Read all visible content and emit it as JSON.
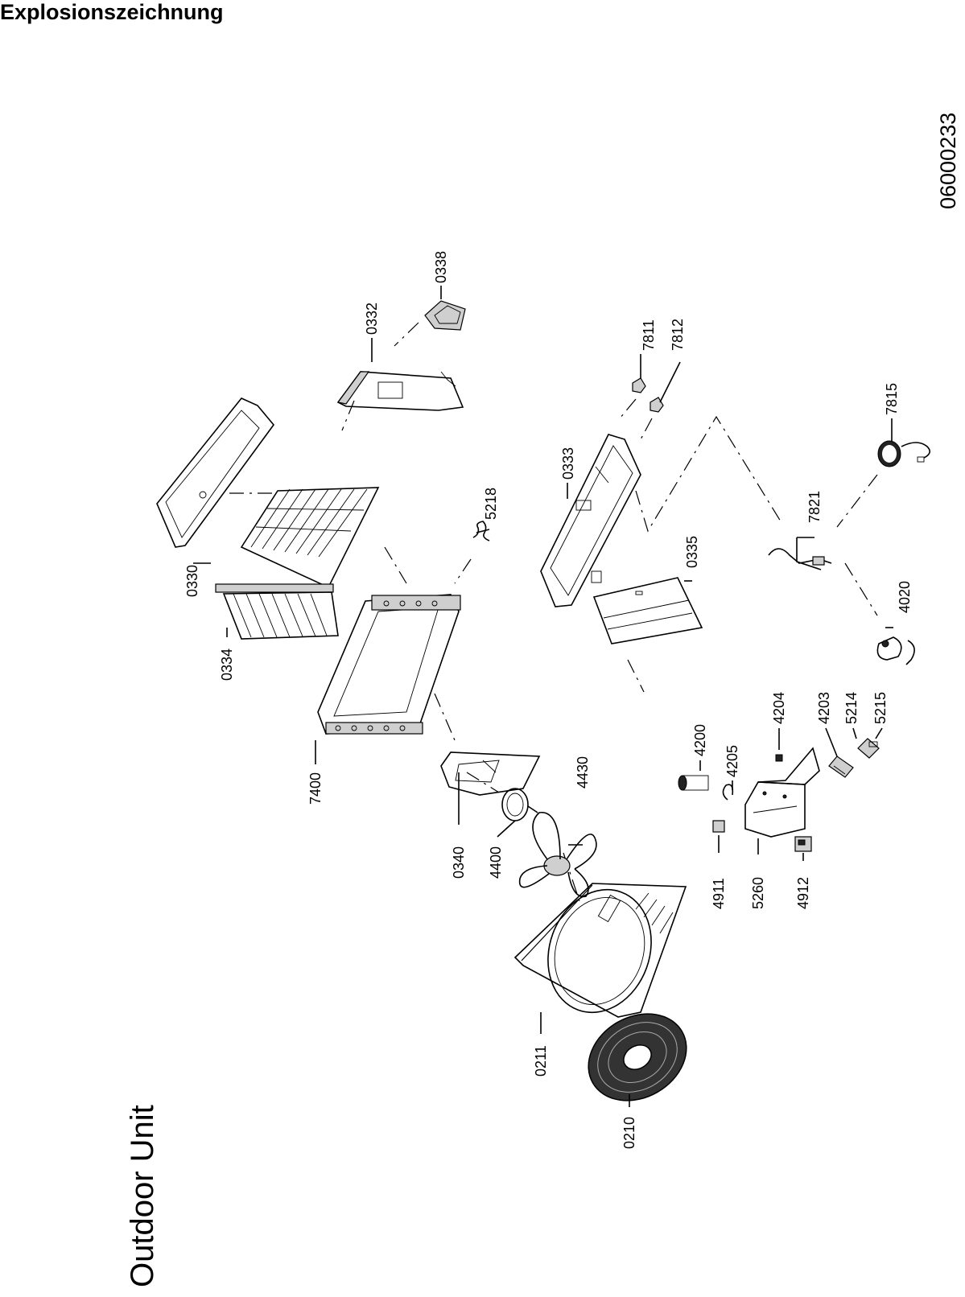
{
  "header": {
    "title": "Explosionszeichnung"
  },
  "document": {
    "number": "06000233",
    "unit_title": "Outdoor Unit"
  },
  "parts": [
    {
      "id": "0330"
    },
    {
      "id": "0334"
    },
    {
      "id": "0332"
    },
    {
      "id": "0338"
    },
    {
      "id": "5218"
    },
    {
      "id": "7400"
    },
    {
      "id": "0333"
    },
    {
      "id": "7811"
    },
    {
      "id": "7812"
    },
    {
      "id": "7815"
    },
    {
      "id": "7821"
    },
    {
      "id": "0335"
    },
    {
      "id": "4020"
    },
    {
      "id": "4430"
    },
    {
      "id": "0340"
    },
    {
      "id": "4400"
    },
    {
      "id": "4200"
    },
    {
      "id": "4205"
    },
    {
      "id": "4204"
    },
    {
      "id": "4203"
    },
    {
      "id": "5214"
    },
    {
      "id": "5215"
    },
    {
      "id": "4911"
    },
    {
      "id": "5260"
    },
    {
      "id": "4912"
    },
    {
      "id": "0211"
    },
    {
      "id": "0210"
    }
  ]
}
